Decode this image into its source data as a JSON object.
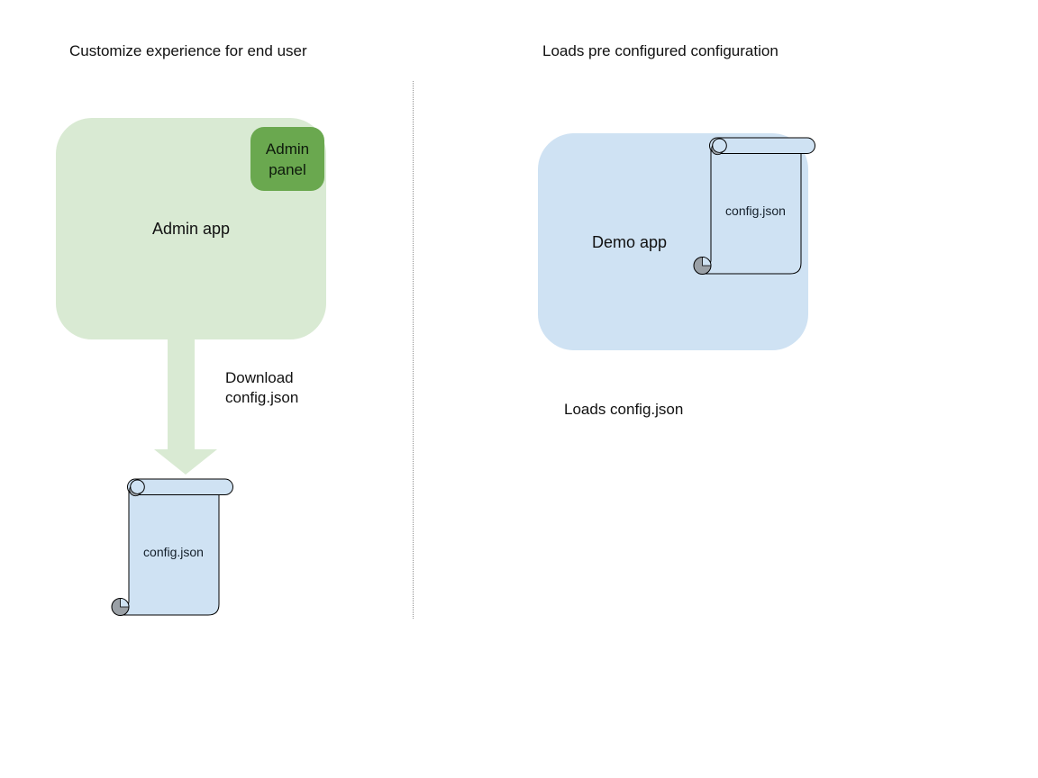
{
  "left": {
    "title": "Customize experience for end user",
    "admin_app_label": "Admin app",
    "admin_panel_label": "Admin panel",
    "download_label": "Download config.json",
    "scroll_label": "config.json"
  },
  "right": {
    "title": "Loads pre configured configuration",
    "demo_app_label": "Demo app",
    "scroll_label": "config.json",
    "caption": "Loads config.json"
  },
  "colors": {
    "light_green": "#d9ead3",
    "dark_green": "#6aa84f",
    "light_blue": "#cfe2f3",
    "curl_gray": "#9aa0a6",
    "outline_black": "#000000",
    "divider_gray": "#919191",
    "background": "#ffffff"
  }
}
